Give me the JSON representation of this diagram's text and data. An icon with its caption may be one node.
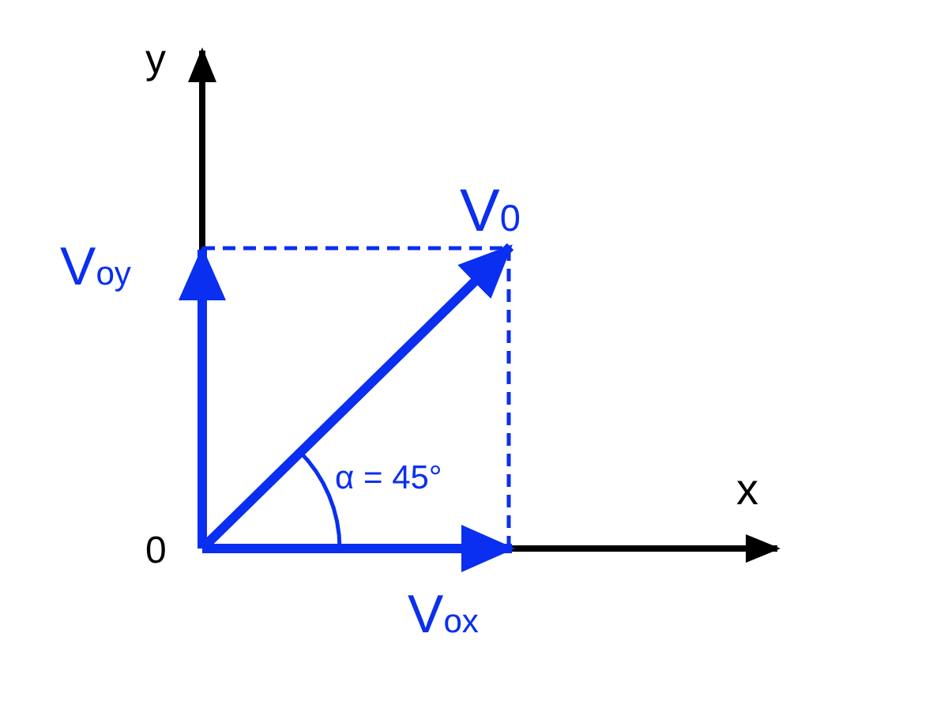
{
  "diagram": {
    "labels": [
      "y",
      "V$_{0}$",
      "V$_{oy}$",
      "α = 45°",
      "x",
      "0",
      "V$_{ox}$"
    ]
  }
}
